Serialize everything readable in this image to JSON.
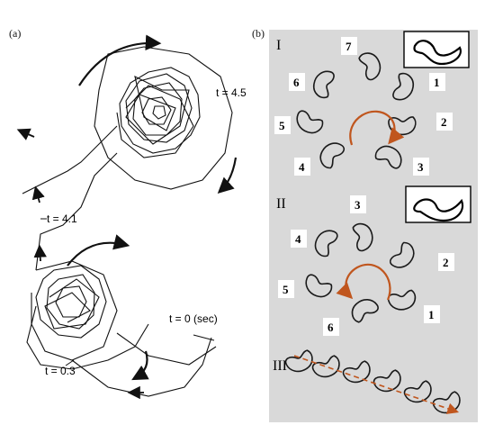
{
  "panel_a": {
    "label": "(a)",
    "annotations": [
      "t = 4.5",
      "t = 4.1",
      "t = 0 (sec)",
      "t = 0.3"
    ]
  },
  "panel_b": {
    "label": "(b)",
    "rows": [
      {
        "roman": "I",
        "numbers": [
          "7",
          "6",
          "1",
          "5",
          "2",
          "4",
          "3"
        ]
      },
      {
        "roman": "II",
        "numbers": [
          "3",
          "4",
          "2",
          "5",
          "1",
          "6"
        ]
      },
      {
        "roman": "III"
      }
    ],
    "colors": {
      "background": "#d9d9d9",
      "arrow": "#c0561e",
      "stroke": "#1a1a1a"
    }
  }
}
